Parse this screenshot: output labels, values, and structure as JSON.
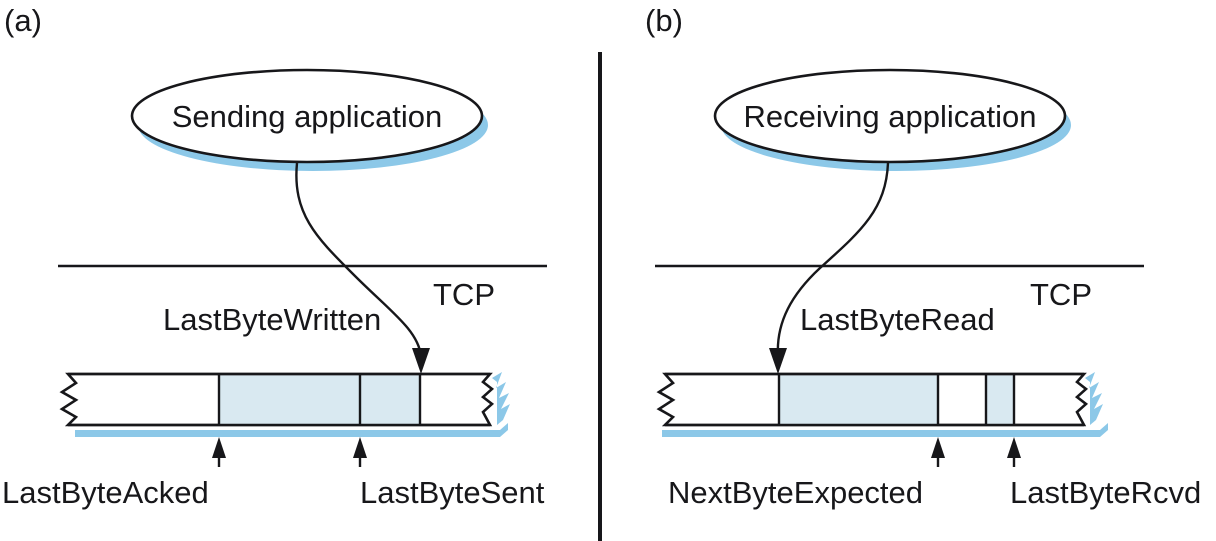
{
  "figure": {
    "title_a": "(a)",
    "title_b": "(b)",
    "panels": [
      {
        "id": "sender",
        "label": "(a)",
        "ellipse_label": "Sending application",
        "layer_label": "TCP",
        "pointer_label": "LastByteWritten",
        "marker_labels": [
          "LastByteAcked",
          "LastByteSent"
        ],
        "buffer_cells": [
          {
            "name": "acked-region",
            "fill": "white"
          },
          {
            "name": "sent-unacked-region",
            "fill": "blue"
          },
          {
            "name": "written-unsent-region",
            "fill": "blue"
          },
          {
            "name": "free-region",
            "fill": "white"
          }
        ]
      },
      {
        "id": "receiver",
        "label": "(b)",
        "ellipse_label": "Receiving application",
        "layer_label": "TCP",
        "pointer_label": "LastByteRead",
        "marker_labels": [
          "NextByteExpected",
          "LastByteRcvd"
        ],
        "buffer_cells": [
          {
            "name": "read-region",
            "fill": "white"
          },
          {
            "name": "received-unread-region",
            "fill": "blue"
          },
          {
            "name": "gap-region",
            "fill": "white"
          },
          {
            "name": "out-of-order-region",
            "fill": "blue"
          },
          {
            "name": "free-region",
            "fill": "white"
          }
        ]
      }
    ],
    "colors": {
      "line": "#17171a",
      "cell_fill": "#d9e9f1",
      "shadow": "#8cc8e8",
      "background": "#ffffff"
    }
  }
}
